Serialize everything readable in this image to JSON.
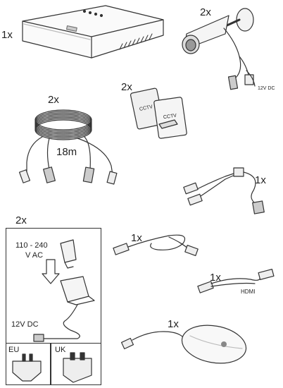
{
  "quantities": {
    "nvr": "1x",
    "camera": "2x",
    "labels": "2x",
    "cable": "2x",
    "splitter": "1x",
    "psu": "2x",
    "ethernet": "1x",
    "hdmi": "1x",
    "mouse": "1x"
  },
  "camera_voltage": "12V DC",
  "sticker_text": "CCTV",
  "cable_length": "18m",
  "psu": {
    "input_line1": "110 - 240",
    "input_line2": "V AC",
    "output": "12V DC",
    "plug_eu": "EU",
    "plug_uk": "UK"
  },
  "hdmi_label": "HDMI"
}
